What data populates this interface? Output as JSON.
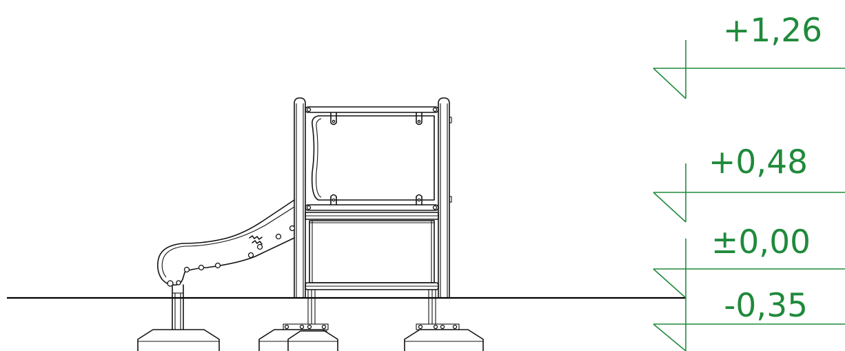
{
  "colors": {
    "level_marker": "#1f8a3b",
    "drawing_lines": "#111111",
    "background": "#ffffff"
  },
  "levels": [
    {
      "id": "top",
      "label": "+1,26"
    },
    {
      "id": "platform",
      "label": "+0,48"
    },
    {
      "id": "ground",
      "label": "±0,00"
    },
    {
      "id": "foundation",
      "label": "-0,35"
    }
  ]
}
